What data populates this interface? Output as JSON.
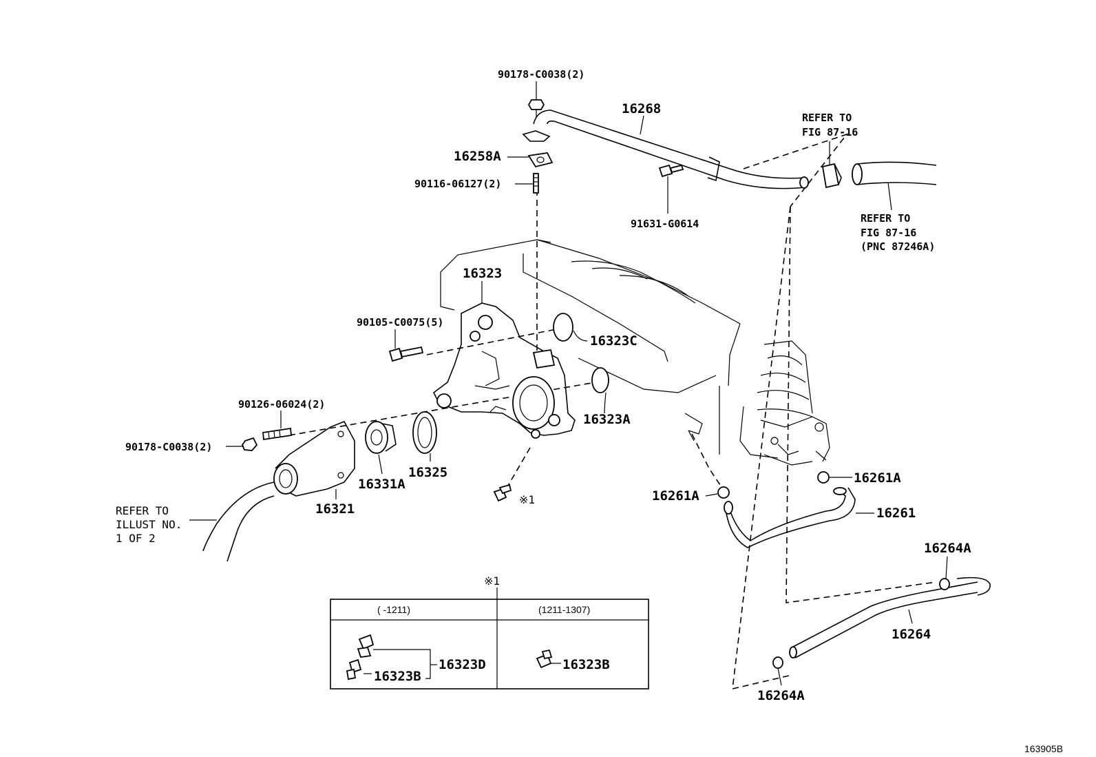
{
  "labels": {
    "p90178_top": "90178-C0038(2)",
    "p16268": "16268",
    "p16258A": "16258A",
    "p90116": "90116-06127(2)",
    "p91631": "91631-G0614",
    "refer_fig_top_1": "REFER TO",
    "refer_fig_top_2": "FIG 87-16",
    "refer_fig_right_1": "REFER TO",
    "refer_fig_right_2": "FIG 87-16",
    "refer_fig_right_3": "(PNC 87246A)",
    "p16323": "16323",
    "p90105": "90105-C0075(5)",
    "p16323C": "16323C",
    "p16323A": "16323A",
    "p90126": "90126-06024(2)",
    "p90178_left": "90178-C0038(2)",
    "p16331A": "16331A",
    "p16325": "16325",
    "p16321": "16321",
    "refer_illust_1": "REFER TO",
    "refer_illust_2": "ILLUST NO.",
    "refer_illust_3": "1 OF 2",
    "mark_note": "※1",
    "p16261A_right": "16261A",
    "p16261A_left": "16261A",
    "p16261": "16261",
    "p16264A_top": "16264A",
    "p16264": "16264",
    "p16264A_bottom": "16264A",
    "fig_number": "163905B"
  },
  "inset_table": {
    "marker": "※1",
    "columns": [
      "(       -1211)",
      "(1211-1307)"
    ],
    "left_labels": [
      "16323D",
      "16323B"
    ],
    "right_labels": [
      "16323B"
    ]
  }
}
